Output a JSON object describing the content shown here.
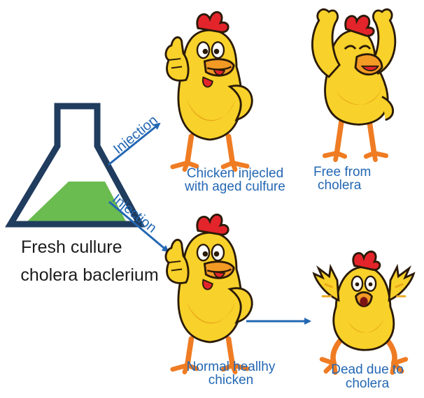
{
  "flask": {
    "label_line1": "Fresh cullure",
    "label_line2": "cholera baclerium",
    "liquid_color": "#6abb50",
    "outline_color": "#203c5e"
  },
  "arrows": {
    "upper_label": "Injection",
    "lower_label": "Injection",
    "color": "#2367b3"
  },
  "chickens": [
    {
      "id": "aged",
      "pose": "thumbs-up",
      "caption_line1": "Chicken injecled",
      "caption_line2": "with aged culfure"
    },
    {
      "id": "free",
      "pose": "celebrating",
      "caption_line1": "Free from",
      "caption_line2": "cholera"
    },
    {
      "id": "normal",
      "pose": "thumbs-up",
      "caption_line1": "Normal heallhy",
      "caption_line2": "chicken"
    },
    {
      "id": "dead",
      "pose": "panicking",
      "caption_line1": "Dead due to",
      "caption_line2": "cholera"
    }
  ],
  "colors": {
    "body": "#f8d12a",
    "body_shade": "#eaa81b",
    "comb": "#e3242b",
    "beak": "#f39a24",
    "legs": "#ef7c23",
    "outline": "#2a1a08"
  }
}
